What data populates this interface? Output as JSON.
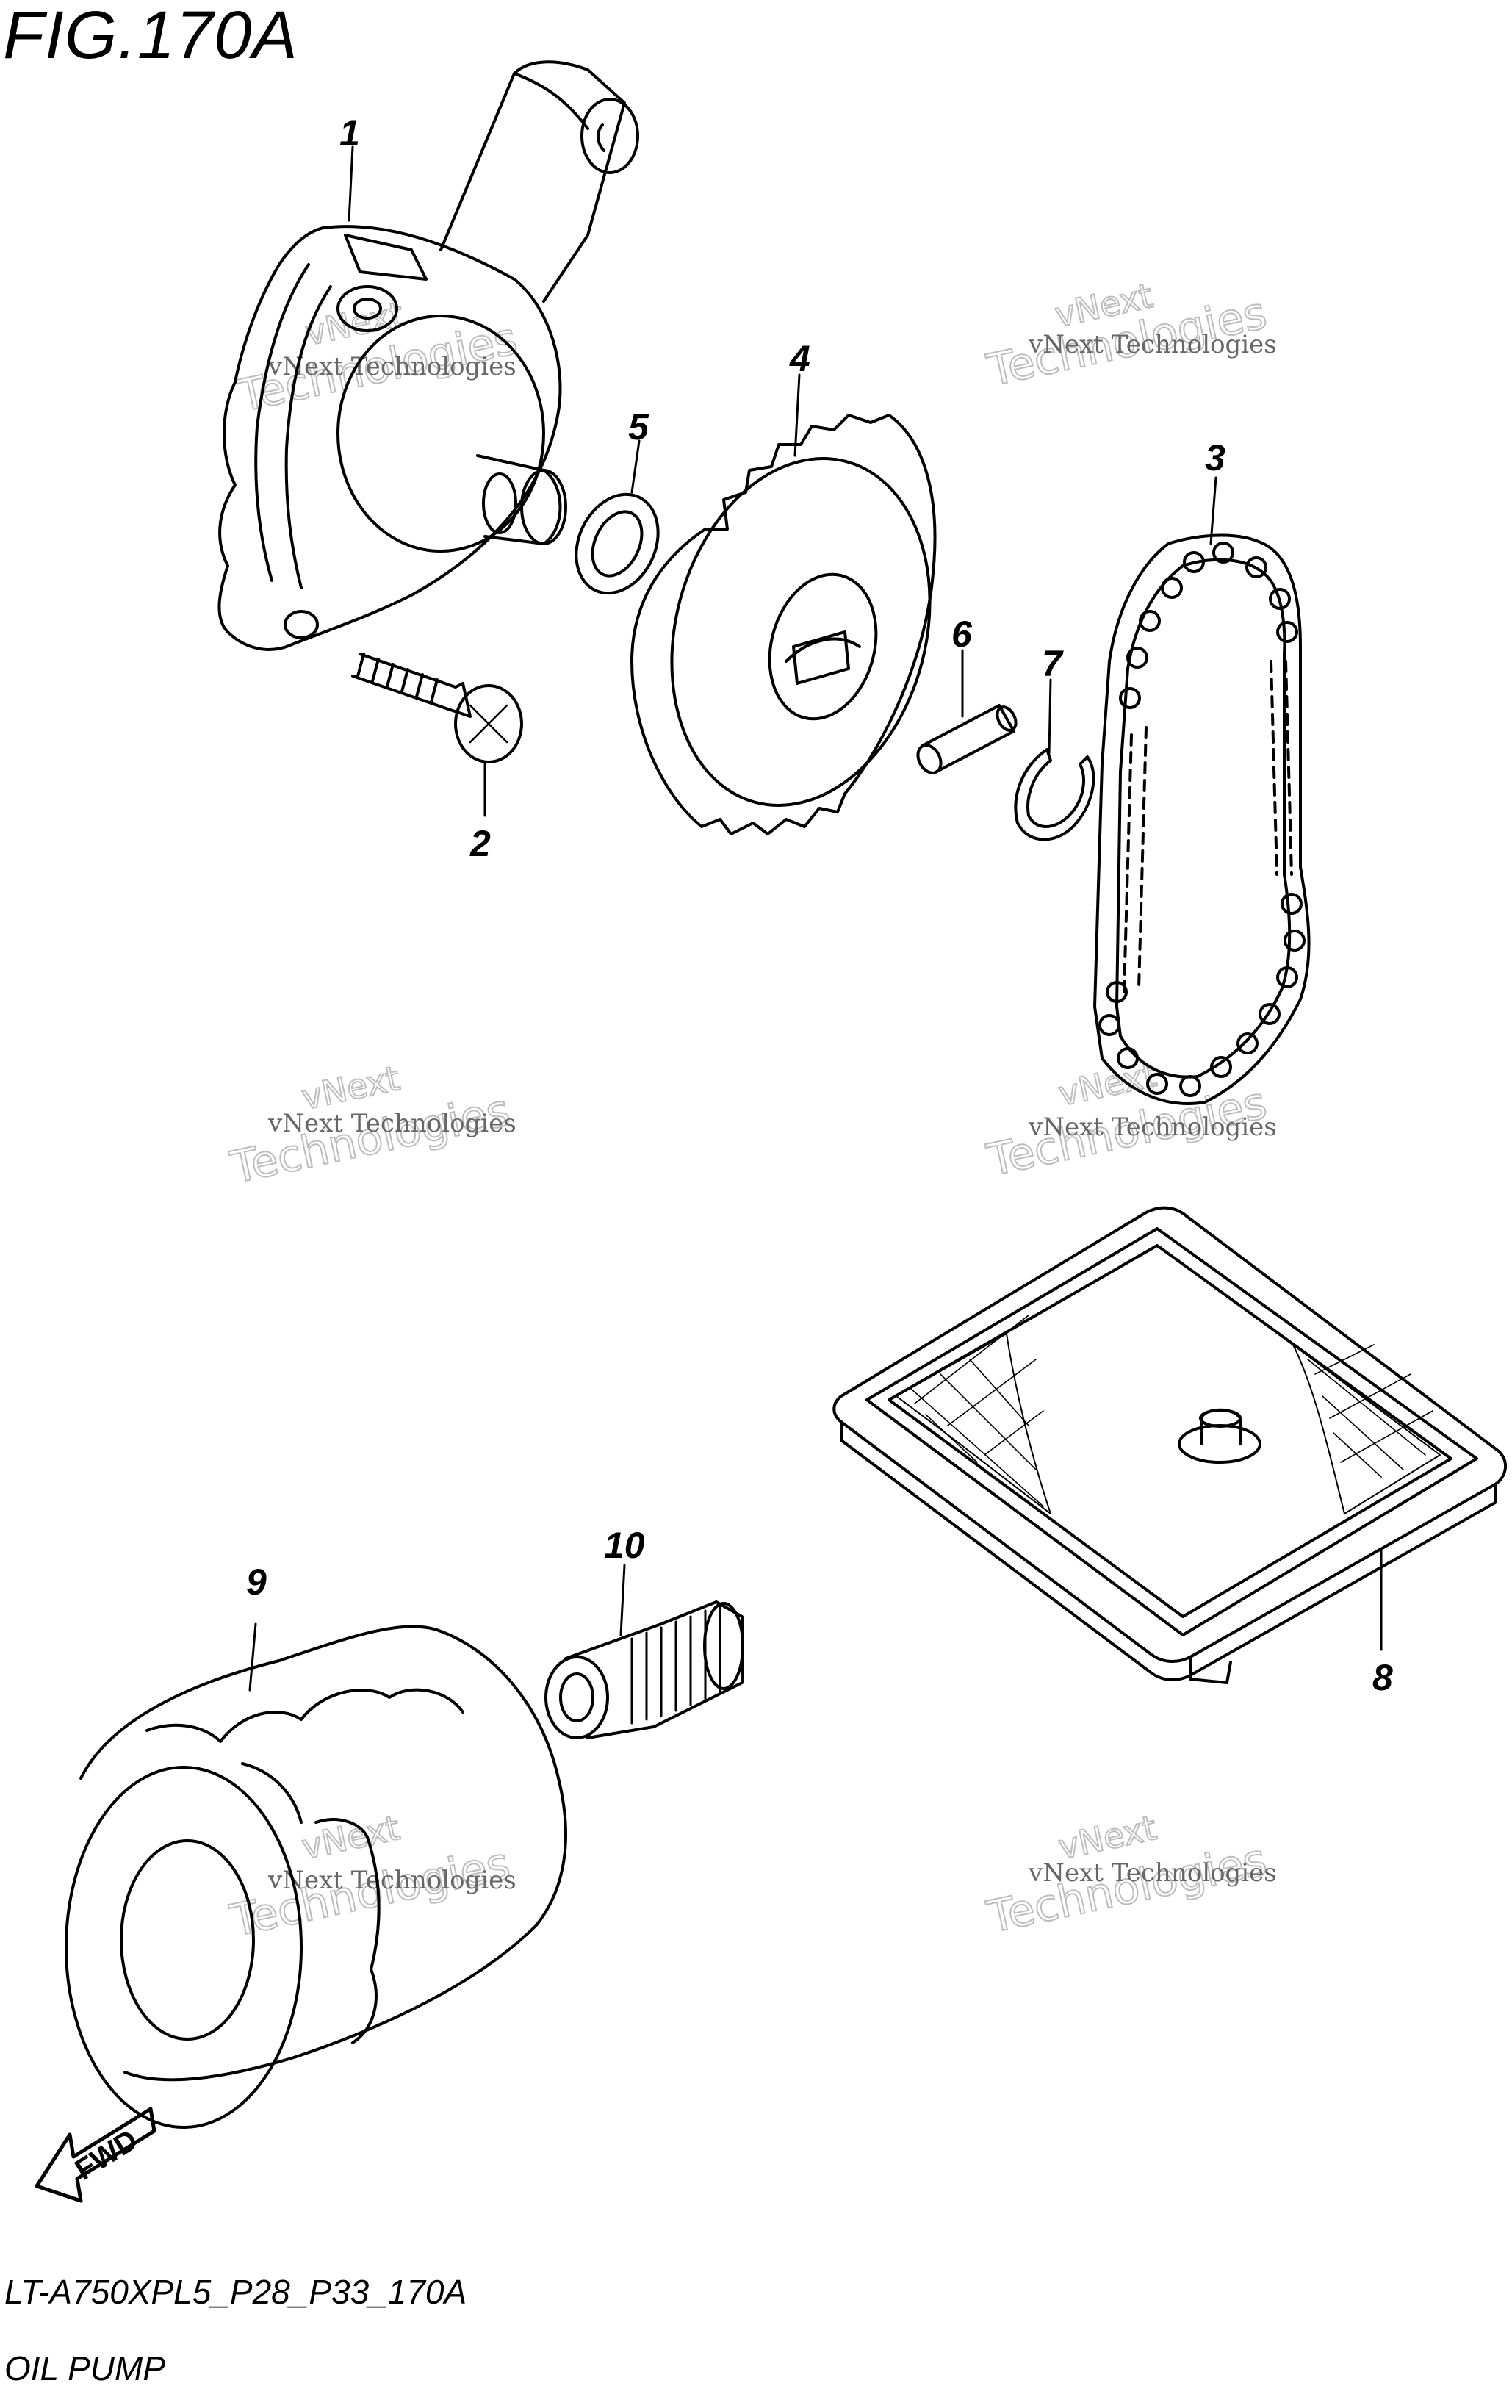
{
  "figure": {
    "title": "FIG.170A",
    "code": "LT-A750XPL5_P28_P33_170A",
    "name": "OIL PUMP",
    "fwd_label": "FWD"
  },
  "callouts": [
    "1",
    "2",
    "3",
    "4",
    "5",
    "6",
    "7",
    "8",
    "9",
    "10"
  ],
  "watermark": {
    "brand_a": "vNext",
    "brand_b": "Technologies",
    "line": "vNext Technologies"
  }
}
